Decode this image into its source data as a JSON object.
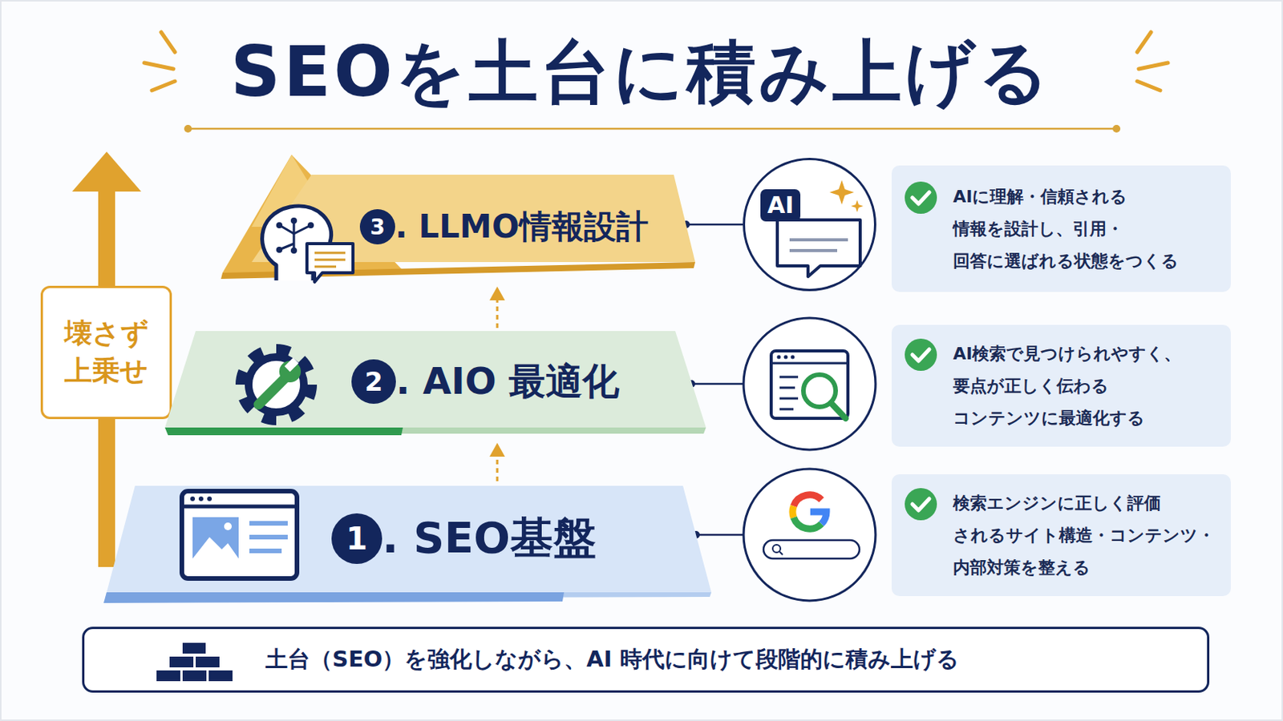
{
  "diagram": {
    "title": "SEOを土台に積み上げる",
    "nodes": [
      {
        "text": [
          "壊さず 上乗せ"
        ]
      },
      {
        "text": [
          "3",
          ". LLMO情報設計"
        ]
      },
      {
        "text": [
          "AI"
        ]
      },
      {
        "text": [
          "AIに理解・信頼される 情報を設計し、引用・ 回答に選ばれる状態をつくる"
        ]
      },
      {
        "text": [
          "2",
          ". AIO 最適化"
        ]
      },
      {
        "text": [
          "AI検索で見つけられやすく、 要点が正しく伝わる コンテンツに最適化する"
        ]
      },
      {
        "text": [
          "1",
          ". SEO基盤"
        ]
      },
      {
        "text": [
          "検索エンジンに正しく評価 されるサイト構造・コンテンツ・ 内部対策を整える"
        ]
      },
      {
        "text": [
          "土台（SEO）を強化しながら、AI 時代に向けて段階的に積み上げる"
        ]
      }
    ],
    "edges": [
      {
        "from": 1,
        "to": 2,
        "arrow": "none"
      }
    ]
  }
}
